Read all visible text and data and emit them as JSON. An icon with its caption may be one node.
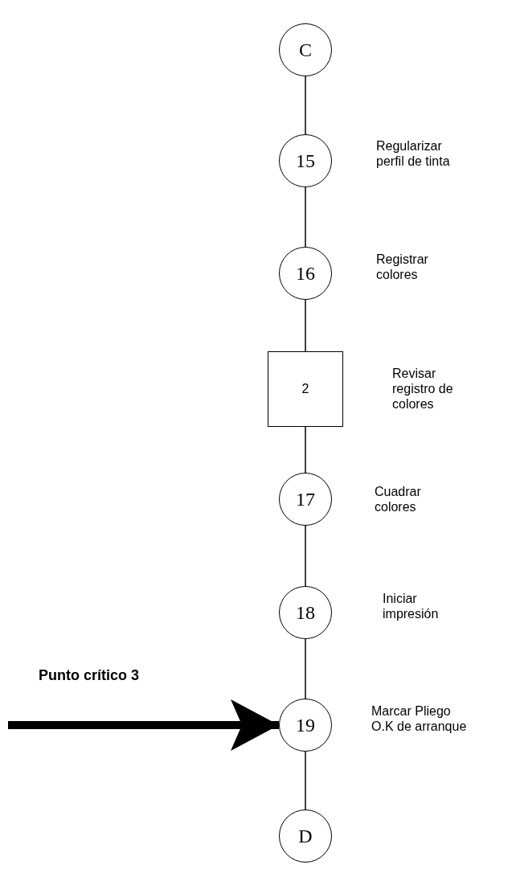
{
  "diagram": {
    "nodes": [
      {
        "text": [
          "C"
        ]
      },
      {
        "text": [
          "15"
        ],
        "beside": [
          "Regularizar perfil de tinta"
        ]
      },
      {
        "text": [
          "16"
        ],
        "beside": [
          "Registrar colores"
        ]
      },
      {
        "text": [
          "2"
        ],
        "beside": [
          "Revisar registro de colores"
        ]
      },
      {
        "text": [
          "17"
        ],
        "beside": [
          "Cuadrar colores"
        ]
      },
      {
        "text": [
          "18"
        ],
        "beside": [
          "Iniciar impresión"
        ]
      },
      {
        "text": [
          "19"
        ],
        "beside": [
          "Marcar Pliego O.K de arranque"
        ]
      },
      {
        "text": [
          "D"
        ]
      }
    ],
    "edges": [
      {
        "from": 0,
        "to": 1,
        "arrow": "none"
      },
      {
        "from": 1,
        "to": 2,
        "arrow": "none"
      },
      {
        "from": 2,
        "to": 3,
        "arrow": "none"
      },
      {
        "from": 3,
        "to": 4,
        "arrow": "none"
      },
      {
        "from": 4,
        "to": 5,
        "arrow": "none"
      },
      {
        "from": 5,
        "to": 6,
        "arrow": "none"
      },
      {
        "from": 6,
        "to": 7,
        "arrow": "none"
      },
      {
        "from": null,
        "to": 6,
        "arrow": "to",
        "style": "thick",
        "label": "Punto crítico 3"
      }
    ]
  }
}
